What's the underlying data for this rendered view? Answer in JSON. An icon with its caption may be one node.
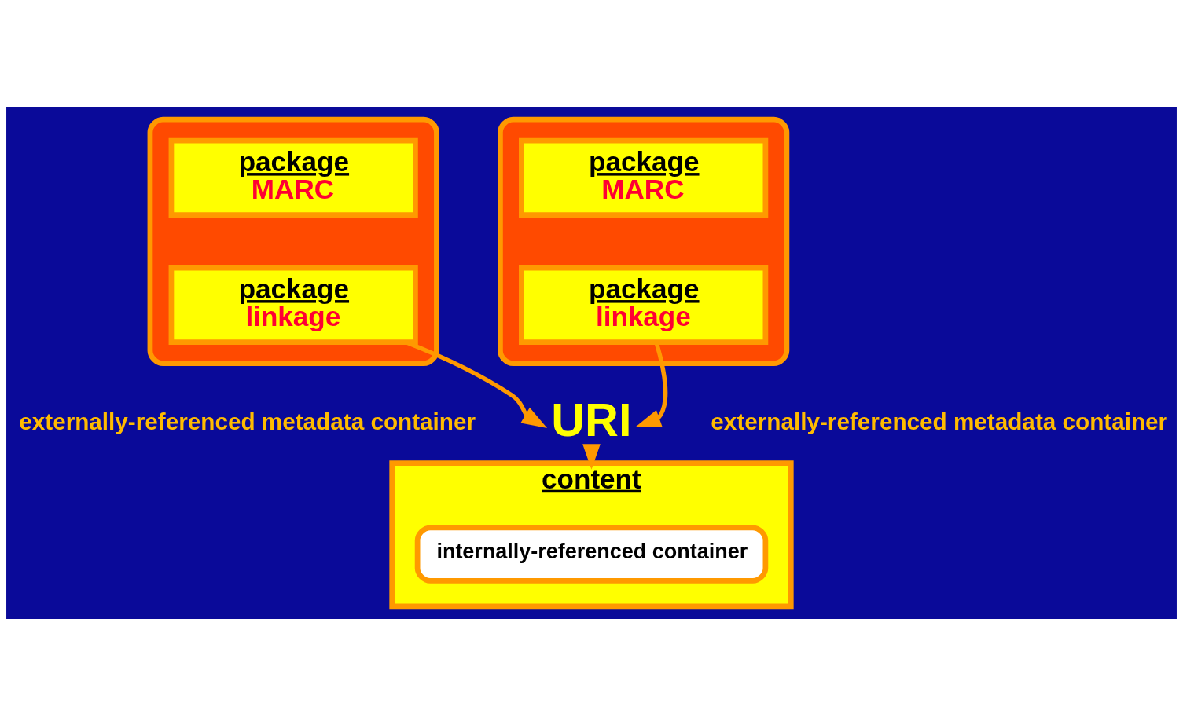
{
  "diagram": {
    "nodes": [
      {
        "text": [],
        "shape": "box",
        "beside": [
          "externally-referenced metadata container"
        ]
      },
      {
        "text": [
          "package",
          "MARC"
        ],
        "in": 0
      },
      {
        "text": [
          "package",
          "linkage"
        ],
        "in": 0
      },
      {
        "text": [],
        "shape": "box",
        "beside": [
          "externally-referenced metadata container"
        ]
      },
      {
        "text": [
          "package",
          "MARC"
        ],
        "in": 3
      },
      {
        "text": [
          "package",
          "linkage"
        ],
        "in": 3
      },
      {
        "text": [
          "URI"
        ]
      },
      {
        "text": [
          "content"
        ]
      },
      {
        "text": [
          "internally-referenced container"
        ],
        "in": 7
      }
    ],
    "edges": [
      {
        "from": 2,
        "to": 6,
        "arrow": "to"
      },
      {
        "from": 5,
        "to": 6,
        "arrow": "to"
      },
      {
        "from": 6,
        "to": 7,
        "arrow": "to"
      }
    ]
  }
}
